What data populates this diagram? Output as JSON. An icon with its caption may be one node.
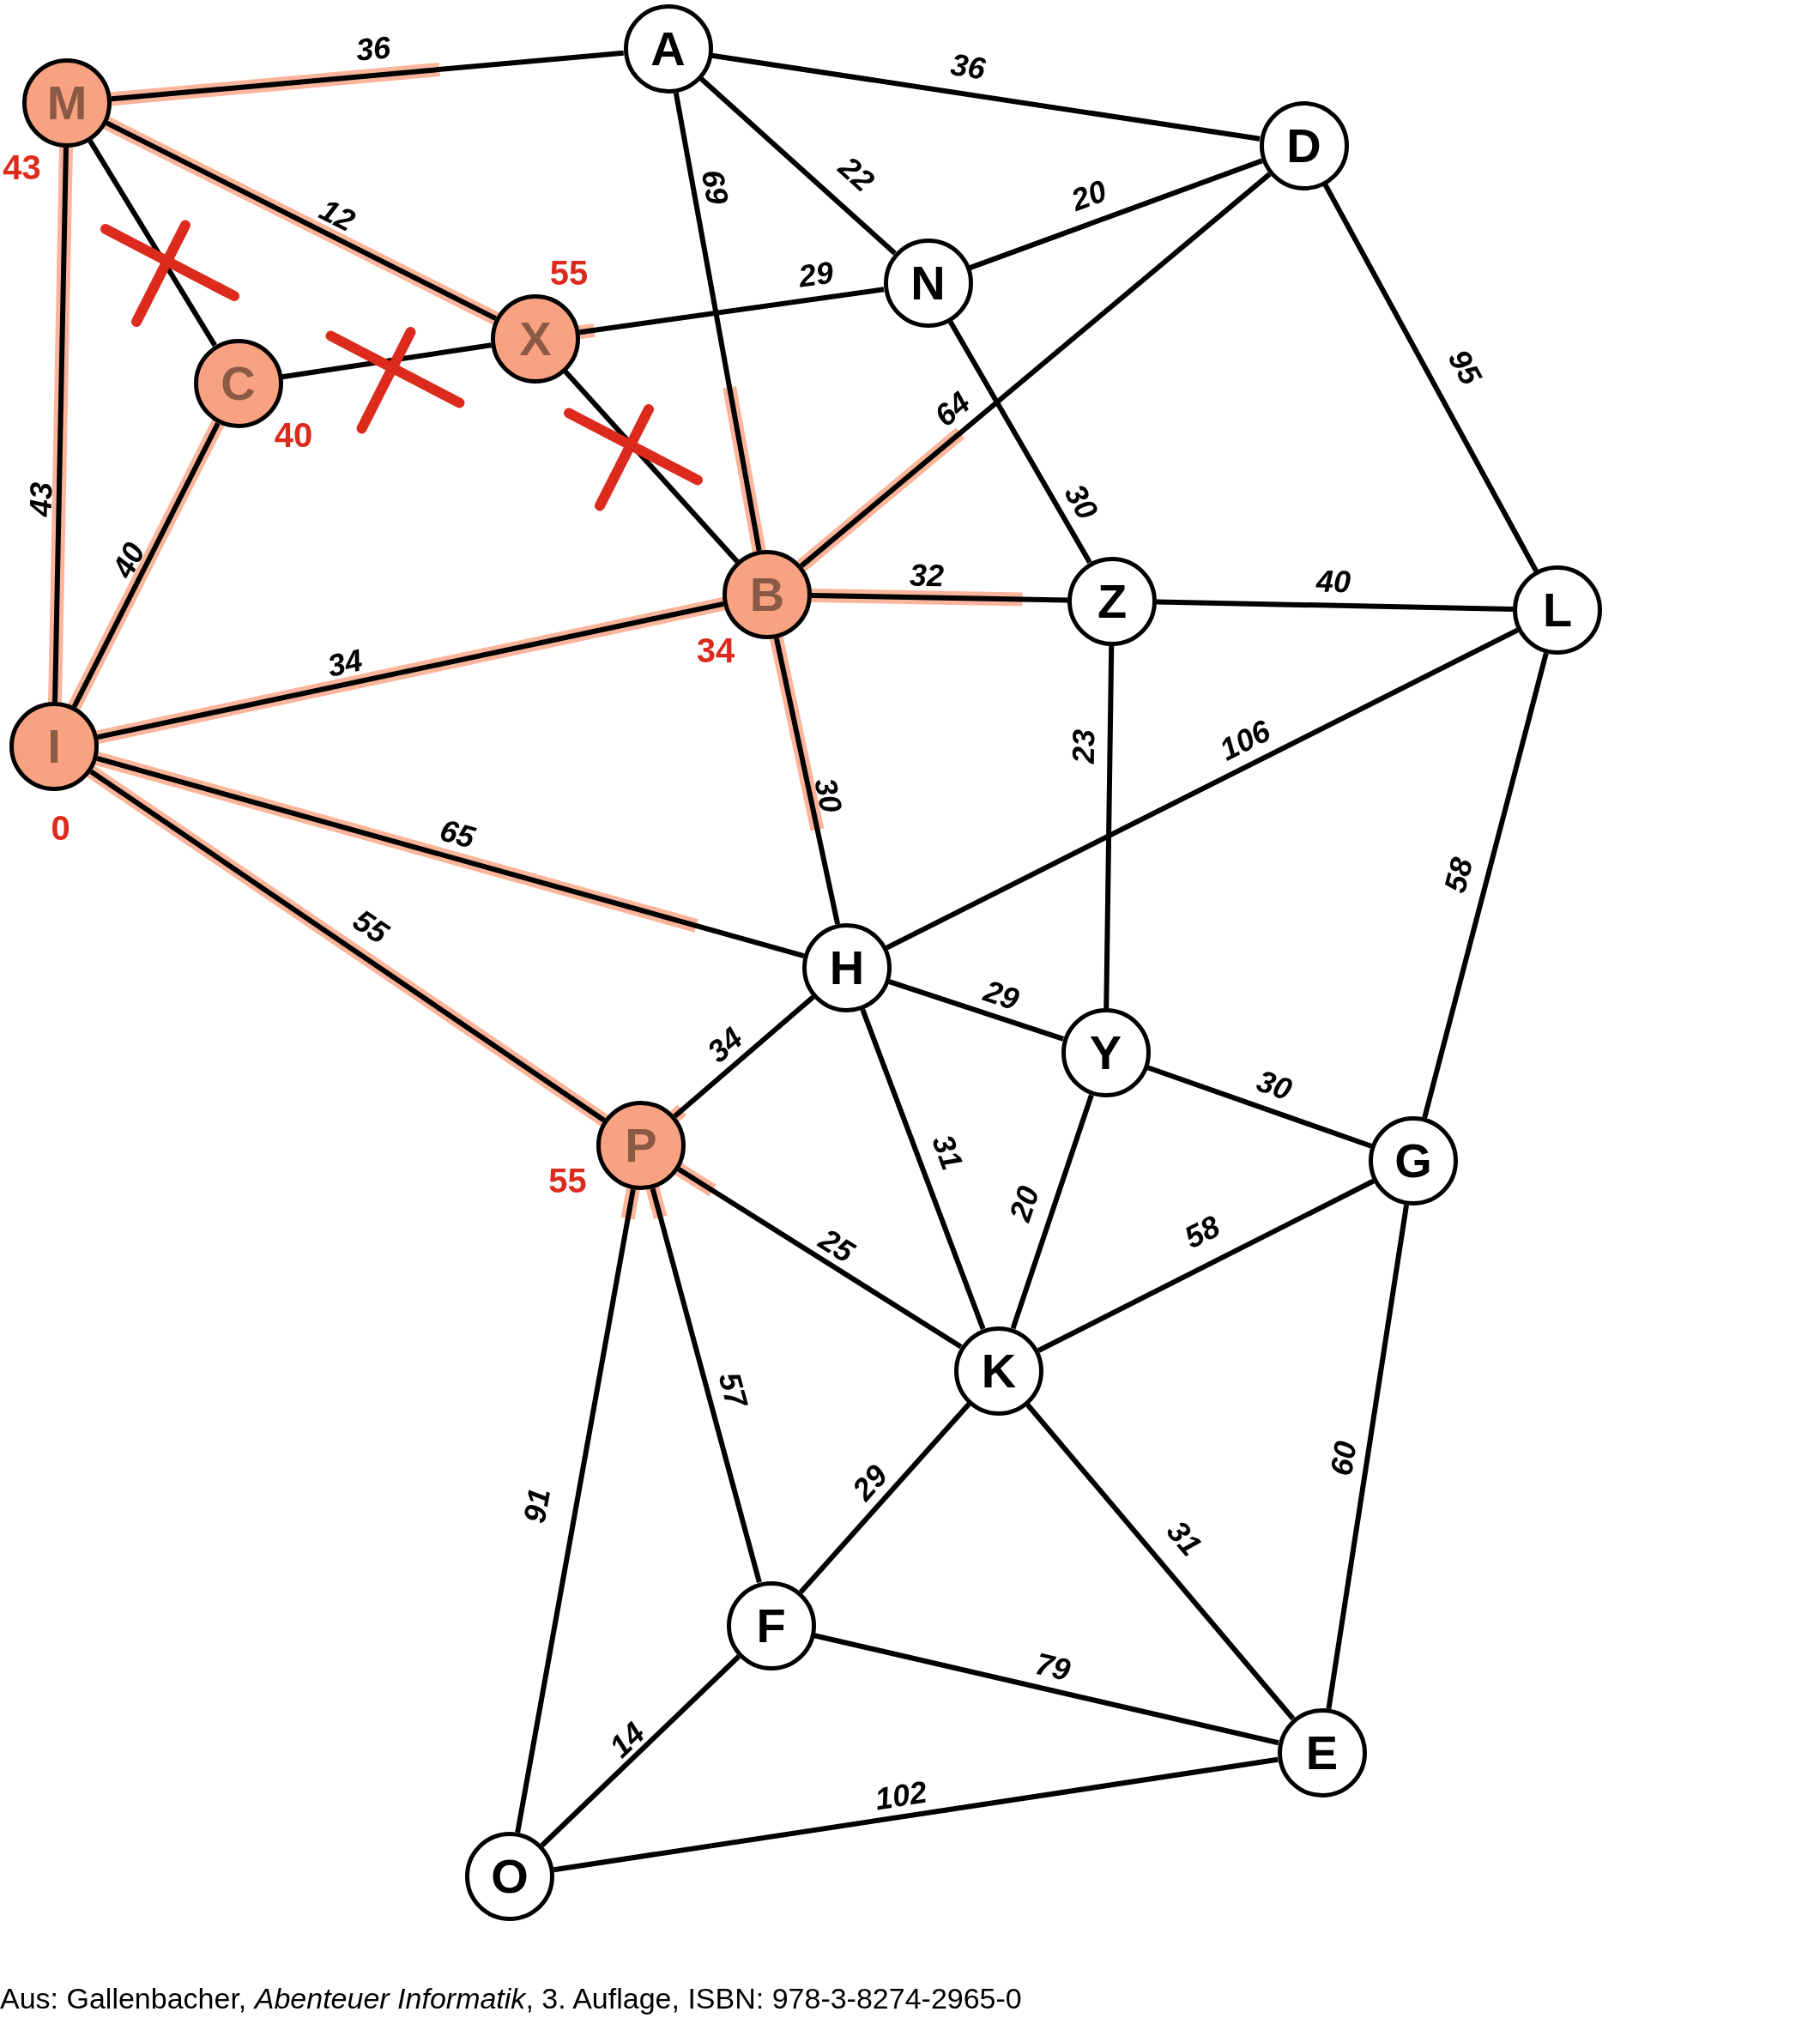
{
  "diagram": {
    "caption": "Aus: Gallenbacher, *Abenteuer Informatik*, 3. Auflage, ISBN: 978-3-8274-2965-0",
    "nodes": [
      {
        "text": [
          "M"
        ],
        "beside": [
          "43"
        ]
      },
      {
        "text": [
          "A"
        ]
      },
      {
        "text": [
          "D"
        ]
      },
      {
        "text": [
          "N"
        ]
      },
      {
        "text": [
          "X"
        ],
        "beside": [
          "55"
        ]
      },
      {
        "text": [
          "C"
        ],
        "beside": [
          "40"
        ]
      },
      {
        "text": [
          "B"
        ],
        "beside": [
          "34"
        ]
      },
      {
        "text": [
          "Z"
        ]
      },
      {
        "text": [
          "L"
        ]
      },
      {
        "text": [
          "I"
        ],
        "beside": [
          "0"
        ]
      },
      {
        "text": [
          "H"
        ]
      },
      {
        "text": [
          "Y"
        ]
      },
      {
        "text": [
          "G"
        ]
      },
      {
        "text": [
          "P"
        ],
        "beside": [
          "55"
        ]
      },
      {
        "text": [
          "K"
        ]
      },
      {
        "text": [
          "F"
        ]
      },
      {
        "text": [
          "E"
        ]
      },
      {
        "text": [
          "O"
        ]
      }
    ],
    "edges": [
      {
        "from": 0,
        "to": 1,
        "arrow": "none",
        "label": "36"
      },
      {
        "from": 1,
        "to": 2,
        "arrow": "none",
        "label": "36"
      },
      {
        "from": 1,
        "to": 3,
        "arrow": "none",
        "label": "22"
      },
      {
        "from": 1,
        "to": 6,
        "arrow": "none",
        "label": "69"
      },
      {
        "from": 0,
        "to": 4,
        "arrow": "none",
        "label": "12"
      },
      {
        "from": 0,
        "to": 5,
        "arrow": "none"
      },
      {
        "from": 0,
        "to": 9,
        "arrow": "none",
        "label": "43"
      },
      {
        "from": 3,
        "to": 2,
        "arrow": "none",
        "label": "20"
      },
      {
        "from": 4,
        "to": 3,
        "arrow": "none",
        "label": "29"
      },
      {
        "from": 5,
        "to": 4,
        "arrow": "none"
      },
      {
        "from": 4,
        "to": 6,
        "arrow": "none"
      },
      {
        "from": 6,
        "to": 2,
        "arrow": "none",
        "label": "64"
      },
      {
        "from": 2,
        "to": 8,
        "arrow": "none",
        "label": "95"
      },
      {
        "from": 3,
        "to": 7,
        "arrow": "none",
        "label": "30"
      },
      {
        "from": 5,
        "to": 9,
        "arrow": "none",
        "label": "40"
      },
      {
        "from": 6,
        "to": 7,
        "arrow": "none",
        "label": "32"
      },
      {
        "from": 7,
        "to": 8,
        "arrow": "none",
        "label": "40"
      },
      {
        "from": 9,
        "to": 6,
        "arrow": "none",
        "label": "34"
      },
      {
        "from": 6,
        "to": 10,
        "arrow": "none",
        "label": "30"
      },
      {
        "from": 7,
        "to": 11,
        "arrow": "none",
        "label": "23"
      },
      {
        "from": 10,
        "to": 8,
        "arrow": "none",
        "label": "106"
      },
      {
        "from": 8,
        "to": 12,
        "arrow": "none",
        "label": "58"
      },
      {
        "from": 9,
        "to": 10,
        "arrow": "none",
        "label": "65"
      },
      {
        "from": 9,
        "to": 13,
        "arrow": "none",
        "label": "55"
      },
      {
        "from": 13,
        "to": 10,
        "arrow": "none",
        "label": "34"
      },
      {
        "from": 10,
        "to": 11,
        "arrow": "none",
        "label": "29"
      },
      {
        "from": 11,
        "to": 12,
        "arrow": "none",
        "label": "30"
      },
      {
        "from": 10,
        "to": 14,
        "arrow": "none",
        "label": "31"
      },
      {
        "from": 11,
        "to": 14,
        "arrow": "none",
        "label": "20"
      },
      {
        "from": 13,
        "to": 14,
        "arrow": "none",
        "label": "25"
      },
      {
        "from": 14,
        "to": 12,
        "arrow": "none",
        "label": "58"
      },
      {
        "from": 13,
        "to": 15,
        "arrow": "none",
        "label": "57"
      },
      {
        "from": 13,
        "to": 17,
        "arrow": "none",
        "label": "91"
      },
      {
        "from": 14,
        "to": 15,
        "arrow": "none",
        "label": "29"
      },
      {
        "from": 14,
        "to": 16,
        "arrow": "none",
        "label": "31"
      },
      {
        "from": 12,
        "to": 16,
        "arrow": "none",
        "label": "60"
      },
      {
        "from": 15,
        "to": 16,
        "arrow": "none",
        "label": "79"
      },
      {
        "from": 17,
        "to": 15,
        "arrow": "none",
        "label": "14"
      },
      {
        "from": 17,
        "to": 16,
        "arrow": "none",
        "label": "102"
      }
    ]
  }
}
